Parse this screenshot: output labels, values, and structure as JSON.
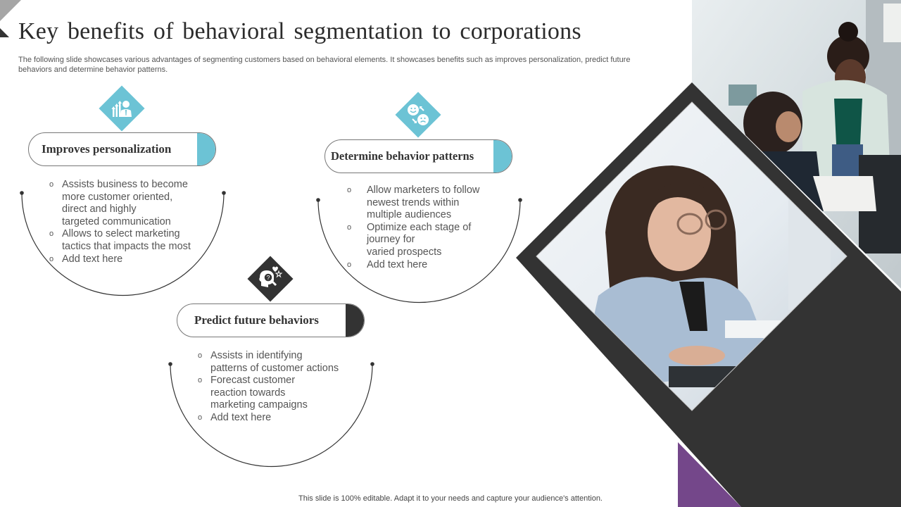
{
  "slide": {
    "title": "Key benefits of behavioral segmentation to corporations",
    "subtitle": "The following slide showcases various advantages of segmenting customers based on behavioral elements. It showcases benefits such as improves personalization, predict future behaviors and determine behavior patterns.",
    "footer": "This slide is 100% editable. Adapt it to your needs and capture your audience's attention."
  },
  "colors": {
    "accent_teal": "#6cc3d5",
    "dark": "#333333",
    "purple": "#74478a",
    "corner_gray": "#a6a6a6"
  },
  "benefits": [
    {
      "heading": "Improves personalization",
      "icon": "growth-person-icon",
      "accent": "#6cc3d5",
      "bullets": [
        "Assists business to become more customer oriented, direct and highly targeted communication",
        "Allows to select marketing tactics that impacts the most",
        "Add text here"
      ],
      "bullet_lines": [
        [
          "Assists business to become",
          "more customer oriented,",
          "direct and highly",
          "targeted communication"
        ],
        [
          "Allows to select marketing",
          "tactics that impacts the most"
        ],
        [
          "Add text here"
        ]
      ]
    },
    {
      "heading": "Determine behavior patterns",
      "icon": "happy-sad-faces-icon",
      "accent": "#6cc3d5",
      "bullets": [
        "Allow marketers to follow newest trends within multiple audiences",
        "Optimize each stage of journey for varied prospects",
        "Add text here"
      ],
      "bullet_lines": [
        [
          "Allow marketers to follow",
          "newest trends within",
          "multiple audiences"
        ],
        [
          "Optimize each stage of",
          "journey for",
          "varied prospects"
        ],
        [
          "Add text here"
        ]
      ]
    },
    {
      "heading": "Predict future behaviors",
      "icon": "head-question-search-icon",
      "accent": "#333333",
      "bullets": [
        "Assists in identifying patterns of customer actions",
        "Forecast customer reaction towards marketing campaigns",
        "Add text here"
      ],
      "bullet_lines": [
        [
          "Assists in identifying",
          "patterns of customer actions"
        ],
        [
          "Forecast customer",
          "reaction towards",
          "marketing campaigns"
        ],
        [
          "Add text here"
        ]
      ]
    }
  ],
  "bullet_marker": "o",
  "images": {
    "main_photo": "woman-with-glasses-at-computer-photo",
    "background_photo": "office-team-meeting-photo"
  }
}
